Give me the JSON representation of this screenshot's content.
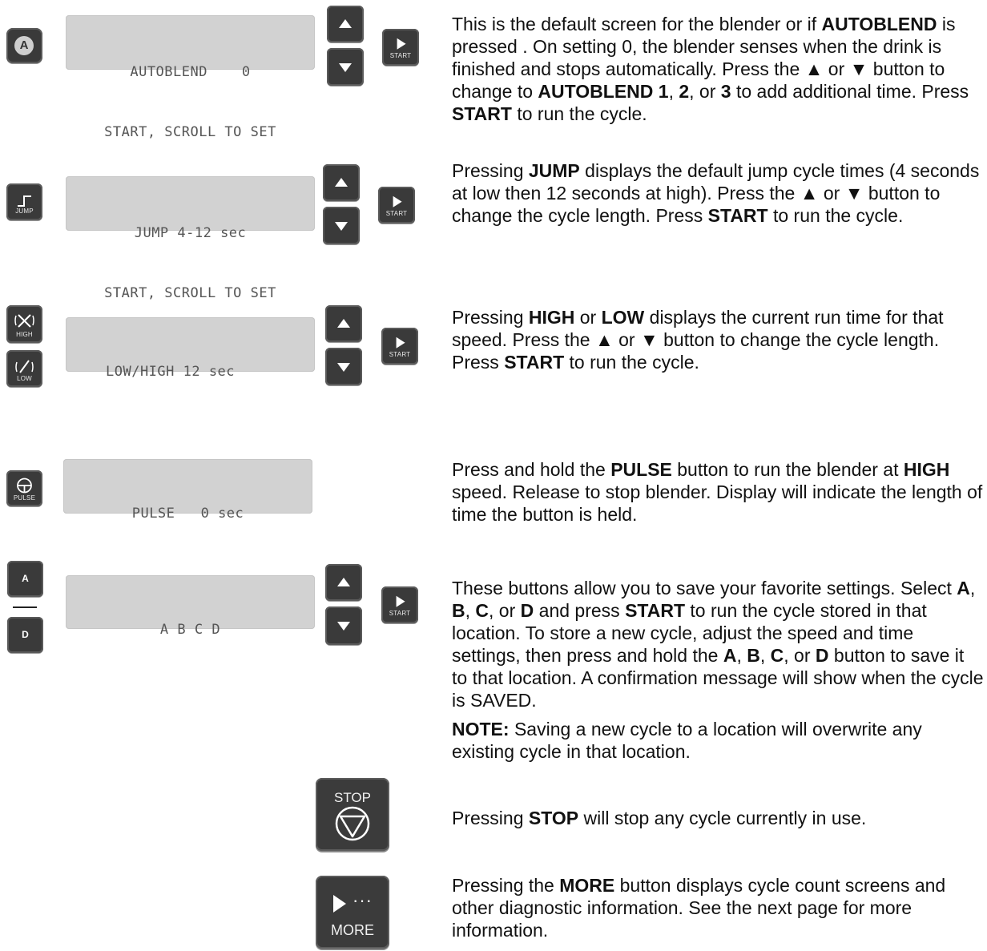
{
  "rows": {
    "autoblend": {
      "lcd": [
        "AUTOBLEND    0",
        "START, SCROLL TO SET"
      ],
      "side_icon": "autoblend-a-icon",
      "side_letter": "A",
      "start_label": "START",
      "desc": [
        {
          "t": "This is the default screen for the blender or if "
        },
        {
          "b": "AUTOBLEND"
        },
        {
          "t": " is pressed . On setting 0, the blender senses when the drink is finished and stops automatically. Press the ▲ or ▼ button to change to "
        },
        {
          "b": "AUTOBLEND 1"
        },
        {
          "t": ", "
        },
        {
          "b": "2"
        },
        {
          "t": ", or "
        },
        {
          "b": "3"
        },
        {
          "t": " to add additional time. Press "
        },
        {
          "b": "START"
        },
        {
          "t": " to run the cycle."
        }
      ]
    },
    "jump": {
      "lcd": [
        "JUMP 4-12 sec",
        "START, SCROLL TO SET"
      ],
      "side_caption": "JUMP",
      "start_label": "START",
      "desc": [
        {
          "t": "Pressing "
        },
        {
          "b": "JUMP"
        },
        {
          "t": " displays the default jump cycle times (4 seconds at low then 12 seconds at high). Press the ▲ or ▼ button to change the cycle length. Press "
        },
        {
          "b": "START"
        },
        {
          "t": " to run the cycle."
        }
      ]
    },
    "lowhigh": {
      "lcd": [
        "LOW/HIGH 12 sec"
      ],
      "high_caption": "HIGH",
      "low_caption": "LOW",
      "start_label": "START",
      "desc": [
        {
          "t": "Pressing "
        },
        {
          "b": "HIGH"
        },
        {
          "t": " or "
        },
        {
          "b": "LOW"
        },
        {
          "t": " displays the current run time for that speed. Press the ▲ or ▼ button to change the cycle length. Press "
        },
        {
          "b": "START"
        },
        {
          "t": " to run the cycle."
        }
      ]
    },
    "pulse": {
      "lcd": [
        "PULSE   0 sec"
      ],
      "side_caption": "PULSE",
      "desc": [
        {
          "t": "Press and hold the "
        },
        {
          "b": "PULSE"
        },
        {
          "t": " button to run the blender at "
        },
        {
          "b": "HIGH"
        },
        {
          "t": " speed. Release to stop blender. Display will indicate the length of time the button is held."
        }
      ]
    },
    "abcd": {
      "lcd": [
        "A B C D"
      ],
      "btn_a": "A",
      "btn_d": "D",
      "start_label": "START",
      "desc": [
        {
          "t": "These buttons allow you to save your favorite settings. Select "
        },
        {
          "b": "A"
        },
        {
          "t": ", "
        },
        {
          "b": "B"
        },
        {
          "t": ", "
        },
        {
          "b": "C"
        },
        {
          "t": ", or "
        },
        {
          "b": "D"
        },
        {
          "t": " and press "
        },
        {
          "b": "START"
        },
        {
          "t": " to run the cycle stored in that location. To store a new cycle, adjust the speed and time settings, then press and hold the "
        },
        {
          "b": "A"
        },
        {
          "t": ", "
        },
        {
          "b": "B"
        },
        {
          "t": ", "
        },
        {
          "b": "C"
        },
        {
          "t": ", or "
        },
        {
          "b": "D"
        },
        {
          "t": " button to save it to that location. A confirmation message will show when the cycle is SAVED."
        }
      ],
      "note": [
        {
          "b": "NOTE:"
        },
        {
          "t": " Saving a new cycle to a location will overwrite any existing cycle in that location."
        }
      ]
    },
    "stop": {
      "label": "STOP",
      "desc": [
        {
          "t": "Pressing "
        },
        {
          "b": "STOP"
        },
        {
          "t": " will stop any cycle currently in use."
        }
      ]
    },
    "more": {
      "label": "MORE",
      "dots": "···",
      "desc": [
        {
          "t": "Pressing the "
        },
        {
          "b": "MORE"
        },
        {
          "t": " button displays cycle count screens and other diagnostic information. See the next page for more information."
        }
      ]
    }
  }
}
